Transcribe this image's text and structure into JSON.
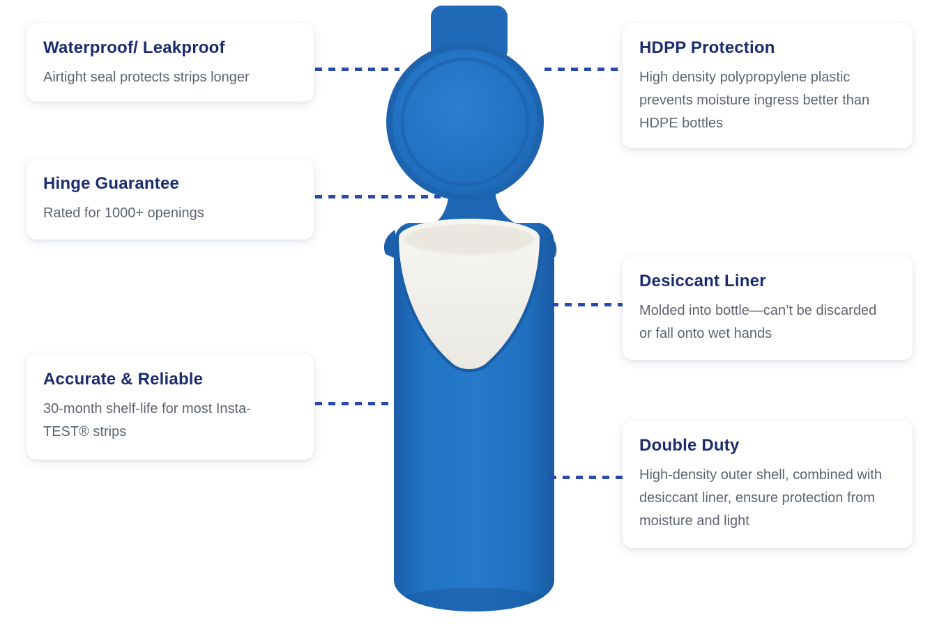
{
  "page": {
    "background": "#ffffff",
    "subject": "Insta-TEST strip bottle feature diagram"
  },
  "colors": {
    "title_navy": "#1b2c6e",
    "description_gray": "#5d6470",
    "connector_dash_blue": "#2a49ae",
    "bottle_blue": "#2173c4",
    "bottle_blue_dark": "#1a5da9",
    "liner_white": "#f3f2ee",
    "card_background": "#ffffff"
  },
  "diagram": {
    "callouts_left": [
      {
        "title": "Waterproof/ Leakproof",
        "description": "Airtight seal protects strips longer"
      },
      {
        "title": "Hinge Guarantee",
        "description": "Rated for 1000+ openings"
      },
      {
        "title": "Accurate & Reliable",
        "description": "30-month shelf-life for most Insta-TEST® strips"
      }
    ],
    "callouts_right": [
      {
        "title": "HDPP Protection",
        "description": "High density polypropylene plastic prevents moisture ingress better than HDPE bottles"
      },
      {
        "title": "Desiccant Liner",
        "description": "Molded into bottle—can’t be discarded or fall onto wet hands"
      },
      {
        "title": "Double Duty",
        "description": "High-density outer shell, combined with desiccant liner, ensure protection from moisture and light"
      }
    ]
  }
}
